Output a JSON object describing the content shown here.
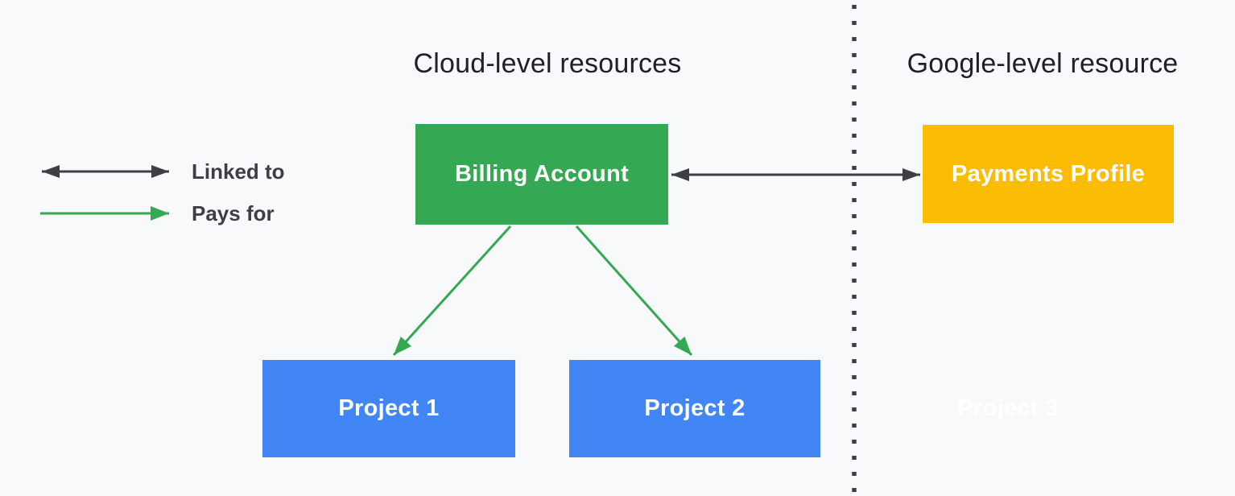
{
  "diagram": {
    "left_section_title": "Cloud-level resources",
    "right_section_title": "Google-level resource"
  },
  "legend": {
    "linked_to_label": "Linked to",
    "pays_for_label": "Pays for"
  },
  "nodes": {
    "billing_account": "Billing Account",
    "payments_profile": "Payments Profile",
    "project_1": "Project 1",
    "project_2": "Project 2",
    "project_3": "Project 3"
  },
  "colors": {
    "background": "#F8F9FA",
    "billing_account_green": "#34A853",
    "payments_profile_yellow": "#FBBC04",
    "project_blue": "#4285F4",
    "linked_arrow_dark": "#3C4043",
    "pays_arrow_green": "#34A853",
    "divider_dotted": "#3C4043",
    "section_title_text": "#202124",
    "legend_text": "#3C4043",
    "node_text": "#FFFFFF"
  }
}
